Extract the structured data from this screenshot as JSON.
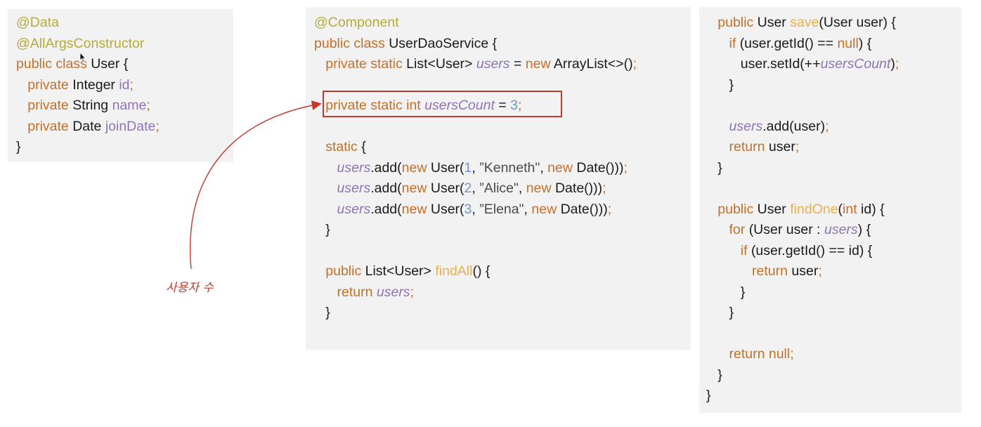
{
  "panels": {
    "user_class": {
      "lines": [
        [
          {
            "c": "ann",
            "t": "@Data"
          }
        ],
        [
          {
            "c": "ann",
            "t": "@AllArgsConstructor"
          }
        ],
        [
          {
            "c": "kw",
            "t": "public class "
          },
          {
            "c": "tx",
            "t": "User {"
          }
        ],
        [
          {
            "c": "kw",
            "t": "   private "
          },
          {
            "c": "tx",
            "t": "Integer "
          },
          {
            "c": "fld",
            "t": "id"
          },
          {
            "c": "kw",
            "t": ";"
          }
        ],
        [
          {
            "c": "kw",
            "t": "   private "
          },
          {
            "c": "tx",
            "t": "String "
          },
          {
            "c": "fld",
            "t": "name"
          },
          {
            "c": "kw",
            "t": ";"
          }
        ],
        [
          {
            "c": "kw",
            "t": "   private "
          },
          {
            "c": "tx",
            "t": "Date "
          },
          {
            "c": "fld",
            "t": "joinDate"
          },
          {
            "c": "kw",
            "t": ";"
          }
        ],
        [
          {
            "c": "tx",
            "t": "}"
          }
        ]
      ]
    },
    "dao_service": {
      "lines": [
        [
          {
            "c": "ann",
            "t": "@Component"
          }
        ],
        [
          {
            "c": "kw",
            "t": "public class "
          },
          {
            "c": "tx",
            "t": "UserDaoService {"
          }
        ],
        [
          {
            "c": "kw",
            "t": "   private static "
          },
          {
            "c": "tx",
            "t": "List<User> "
          },
          {
            "c": "it",
            "t": "users"
          },
          {
            "c": "tx",
            "t": " = "
          },
          {
            "c": "kw",
            "t": "new "
          },
          {
            "c": "tx",
            "t": "ArrayList<>()"
          },
          {
            "c": "kw",
            "t": ";"
          }
        ],
        [],
        [
          {
            "c": "kw",
            "t": "   private static int "
          },
          {
            "c": "it",
            "t": "usersCount"
          },
          {
            "c": "tx",
            "t": " = "
          },
          {
            "c": "num",
            "t": "3"
          },
          {
            "c": "kw",
            "t": ";"
          }
        ],
        [],
        [
          {
            "c": "kw",
            "t": "   static "
          },
          {
            "c": "tx",
            "t": "{"
          }
        ],
        [
          {
            "c": "it",
            "t": "      users"
          },
          {
            "c": "tx",
            "t": ".add("
          },
          {
            "c": "kw",
            "t": "new "
          },
          {
            "c": "tx",
            "t": "User("
          },
          {
            "c": "num",
            "t": "1"
          },
          {
            "c": "tx",
            "t": ", "
          },
          {
            "c": "str",
            "t": "”Kenneth\""
          },
          {
            "c": "tx",
            "t": ", "
          },
          {
            "c": "kw",
            "t": "new "
          },
          {
            "c": "tx",
            "t": "Date()))"
          },
          {
            "c": "kw",
            "t": ";"
          }
        ],
        [
          {
            "c": "it",
            "t": "      users"
          },
          {
            "c": "tx",
            "t": ".add("
          },
          {
            "c": "kw",
            "t": "new "
          },
          {
            "c": "tx",
            "t": "User("
          },
          {
            "c": "num",
            "t": "2"
          },
          {
            "c": "tx",
            "t": ", "
          },
          {
            "c": "str",
            "t": "”Alice\""
          },
          {
            "c": "tx",
            "t": ", "
          },
          {
            "c": "kw",
            "t": "new "
          },
          {
            "c": "tx",
            "t": "Date()))"
          },
          {
            "c": "kw",
            "t": ";"
          }
        ],
        [
          {
            "c": "it",
            "t": "      users"
          },
          {
            "c": "tx",
            "t": ".add("
          },
          {
            "c": "kw",
            "t": "new "
          },
          {
            "c": "tx",
            "t": "User("
          },
          {
            "c": "num",
            "t": "3"
          },
          {
            "c": "tx",
            "t": ", "
          },
          {
            "c": "str",
            "t": "”Elena\""
          },
          {
            "c": "tx",
            "t": ", "
          },
          {
            "c": "kw",
            "t": "new "
          },
          {
            "c": "tx",
            "t": "Date()))"
          },
          {
            "c": "kw",
            "t": ";"
          }
        ],
        [
          {
            "c": "tx",
            "t": "   }"
          }
        ],
        [],
        [
          {
            "c": "kw",
            "t": "   public "
          },
          {
            "c": "tx",
            "t": "List<User> "
          },
          {
            "c": "mth",
            "t": "findAll"
          },
          {
            "c": "tx",
            "t": "() {"
          }
        ],
        [
          {
            "c": "kw",
            "t": "      return "
          },
          {
            "c": "it",
            "t": "users"
          },
          {
            "c": "kw",
            "t": ";"
          }
        ],
        [
          {
            "c": "tx",
            "t": "   }"
          }
        ]
      ]
    },
    "save_find": {
      "lines": [
        [
          {
            "c": "kw",
            "t": "   public "
          },
          {
            "c": "tx",
            "t": "User "
          },
          {
            "c": "mth",
            "t": "save"
          },
          {
            "c": "tx",
            "t": "(User user) {"
          }
        ],
        [
          {
            "c": "kw",
            "t": "      if "
          },
          {
            "c": "tx",
            "t": "(user.getId() == "
          },
          {
            "c": "kw",
            "t": "null"
          },
          {
            "c": "tx",
            "t": ") {"
          }
        ],
        [
          {
            "c": "tx",
            "t": "         user.setId(++"
          },
          {
            "c": "it",
            "t": "usersCount"
          },
          {
            "c": "tx",
            "t": ")"
          },
          {
            "c": "kw",
            "t": ";"
          }
        ],
        [
          {
            "c": "tx",
            "t": "      }"
          }
        ],
        [],
        [
          {
            "c": "it",
            "t": "      users"
          },
          {
            "c": "tx",
            "t": ".add(user)"
          },
          {
            "c": "kw",
            "t": ";"
          }
        ],
        [
          {
            "c": "kw",
            "t": "      return "
          },
          {
            "c": "tx",
            "t": "user"
          },
          {
            "c": "kw",
            "t": ";"
          }
        ],
        [
          {
            "c": "tx",
            "t": "   }"
          }
        ],
        [],
        [
          {
            "c": "kw",
            "t": "   public "
          },
          {
            "c": "tx",
            "t": "User "
          },
          {
            "c": "mth",
            "t": "findOne"
          },
          {
            "c": "tx",
            "t": "("
          },
          {
            "c": "kw",
            "t": "int "
          },
          {
            "c": "tx",
            "t": "id) {"
          }
        ],
        [
          {
            "c": "kw",
            "t": "      for "
          },
          {
            "c": "tx",
            "t": "(User user : "
          },
          {
            "c": "it",
            "t": "users"
          },
          {
            "c": "tx",
            "t": ") {"
          }
        ],
        [
          {
            "c": "kw",
            "t": "         if "
          },
          {
            "c": "tx",
            "t": "(user.getId() == id) {"
          }
        ],
        [
          {
            "c": "kw",
            "t": "            return "
          },
          {
            "c": "tx",
            "t": "user"
          },
          {
            "c": "kw",
            "t": ";"
          }
        ],
        [
          {
            "c": "tx",
            "t": "         }"
          }
        ],
        [
          {
            "c": "tx",
            "t": "      }"
          }
        ],
        [],
        [
          {
            "c": "kw",
            "t": "      return null;"
          }
        ],
        [
          {
            "c": "tx",
            "t": "   }"
          }
        ],
        [
          {
            "c": "tx",
            "t": "}"
          }
        ]
      ]
    }
  },
  "annotation": {
    "label": "사용자 수",
    "color": "#c0392b"
  },
  "colors": {
    "annotation": "#b5ab3a",
    "keyword": "#c2702a",
    "field": "#8f73b8",
    "method": "#e8b04f",
    "number": "#6f96c8",
    "panel_bg": "#f2f2f2"
  }
}
